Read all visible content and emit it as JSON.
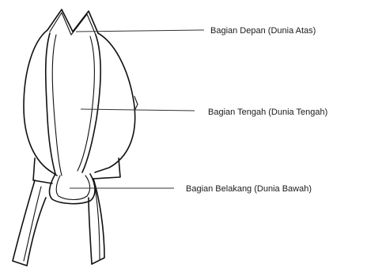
{
  "labels": {
    "front": "Bagian Depan (Dunia Atas)",
    "middle": "Bagian Tengah (Dunia Tengah)",
    "back": "Bagian Belakang (Dunia Bawah)"
  }
}
